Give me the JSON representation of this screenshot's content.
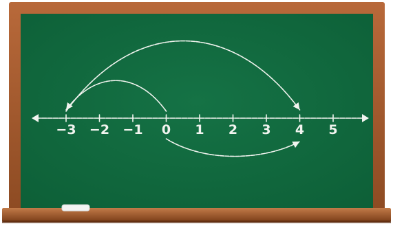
{
  "colors": {
    "board": "#106a3e",
    "frame": "#a55b2c",
    "frame_dark": "#6e3616",
    "chalk": "#f1f4ef",
    "eraser": "#f3f3f3"
  },
  "number_line": {
    "ticks": [
      "-3",
      "-2",
      "-1",
      "0",
      "1",
      "2",
      "3",
      "4",
      "5"
    ],
    "arrows": [
      {
        "from": "-3",
        "to": "4",
        "side": "above"
      },
      {
        "from": "0",
        "to": "-3",
        "side": "above"
      },
      {
        "from": "0",
        "to": "4",
        "side": "below"
      }
    ]
  }
}
